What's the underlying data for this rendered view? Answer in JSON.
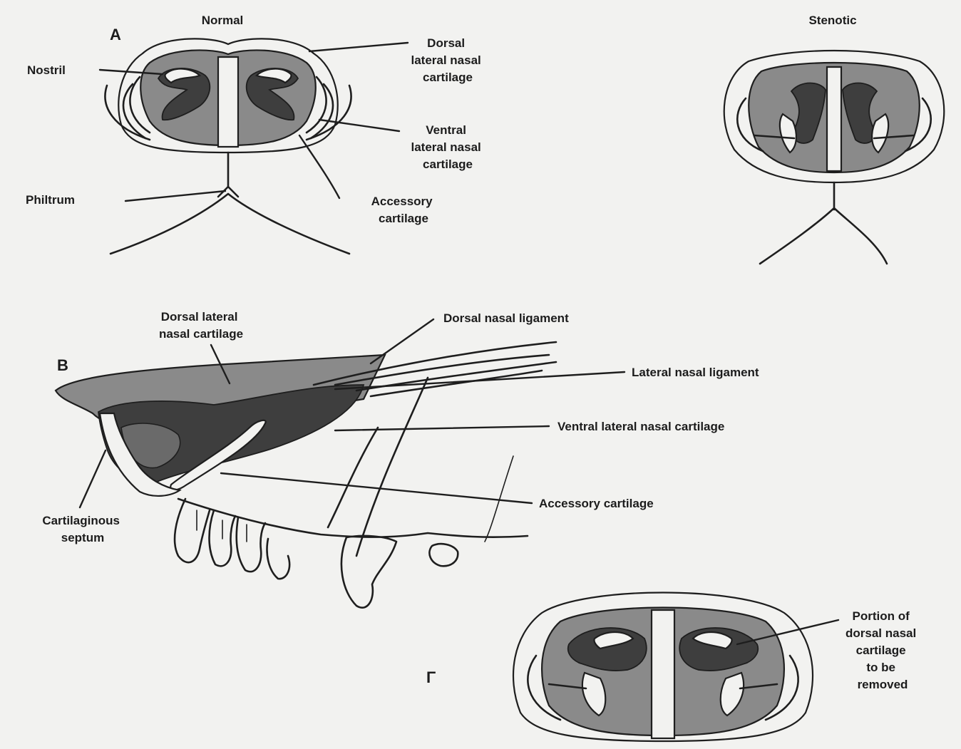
{
  "panels": {
    "a": {
      "letter": "A",
      "normal_title": "Normal",
      "stenotic_title": "Stenotic",
      "labels": {
        "nostril": "Nostril",
        "dorsal_lateral_nasal_cartilage": [
          "Dorsal",
          "lateral nasal",
          "cartilage"
        ],
        "ventral_lateral_nasal_cartilage": [
          "Ventral",
          "lateral nasal",
          "cartilage"
        ],
        "philtrum": "Philtrum",
        "accessory_cartilage": [
          "Accessory",
          "cartilage"
        ]
      }
    },
    "b": {
      "letter": "B",
      "labels": {
        "dorsal_lateral_nasal_cartilage": [
          "Dorsal lateral",
          "nasal cartilage"
        ],
        "dorsal_nasal_ligament": "Dorsal nasal ligament",
        "lateral_nasal_ligament": "Lateral nasal ligament",
        "ventral_lateral_nasal_cartilage": "Ventral lateral nasal cartilage",
        "accessory_cartilage": "Accessory cartilage",
        "cartilaginous_septum": [
          "Cartilaginous",
          "septum"
        ]
      }
    },
    "c": {
      "letter": "Γ",
      "labels": {
        "portion_to_remove": [
          "Portion of",
          "dorsal nasal",
          "cartilage",
          "to be",
          "removed"
        ]
      }
    }
  }
}
